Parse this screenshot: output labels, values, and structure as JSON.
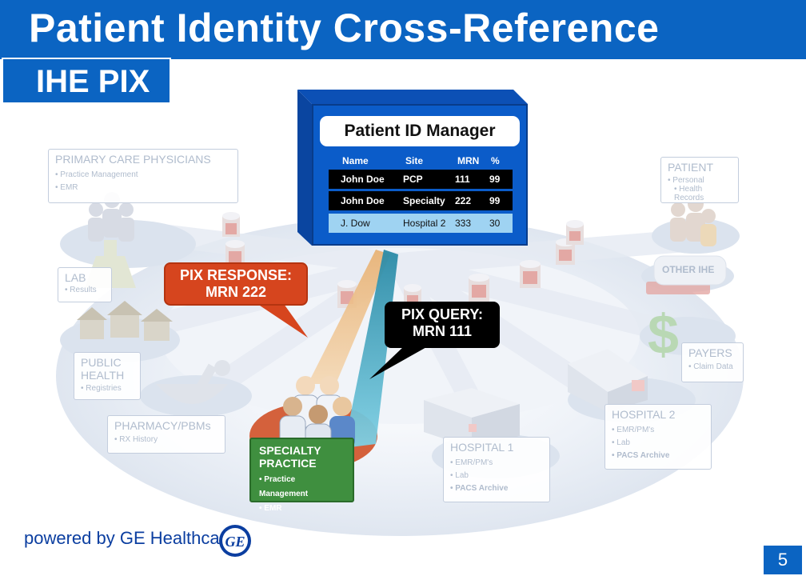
{
  "header": {
    "title": "Patient Identity Cross-Reference",
    "subtitle": "IHE PIX"
  },
  "manager": {
    "title": "Patient ID Manager",
    "columns": [
      "Name",
      "Site",
      "MRN",
      "%"
    ],
    "rows": [
      {
        "name": "John Doe",
        "site": "PCP",
        "mrn": "111",
        "pct": "99"
      },
      {
        "name": "John Doe",
        "site": "Specialty",
        "mrn": "222",
        "pct": "99"
      },
      {
        "name": "J. Dow",
        "site": "Hospital 2",
        "mrn": "333",
        "pct": "30"
      }
    ]
  },
  "callouts": {
    "response_line1": "PIX RESPONSE:",
    "response_line2": "MRN 222",
    "query_line1": "PIX QUERY:",
    "query_line2": "MRN 111"
  },
  "entities": {
    "primary_care": {
      "title": "PRIMARY CARE PHYSICIANS",
      "items": [
        "Practice Management",
        "EMR"
      ]
    },
    "lab": {
      "title": "LAB",
      "items": [
        "Results"
      ]
    },
    "public_health": {
      "title_line1": "PUBLIC",
      "title_line2": "HEALTH",
      "items": [
        "Registries"
      ]
    },
    "pharmacy": {
      "title": "PHARMACY/PBMs",
      "items": [
        "RX History"
      ]
    },
    "specialty": {
      "title_line1": "SPECIALTY",
      "title_line2": "PRACTICE",
      "items": [
        "Practice Management",
        "EMR"
      ]
    },
    "hospital1": {
      "title": "HOSPITAL 1",
      "items": [
        "EMR/PM's",
        "Lab",
        "PACS Archive"
      ]
    },
    "hospital2": {
      "title": "HOSPITAL 2",
      "items": [
        "EMR/PM's",
        "Lab",
        "PACS Archive"
      ]
    },
    "payers": {
      "title": "PAYERS",
      "items": [
        "Claim Data"
      ]
    },
    "patient": {
      "title": "PATIENT",
      "items": [
        "Personal",
        "Health Records"
      ]
    },
    "other_ihe": {
      "title": "OTHER IHE"
    }
  },
  "footer": {
    "logo_text": "powered by GE Healthcare",
    "ge_monogram": "GE",
    "page_number": "5"
  },
  "colors": {
    "brand_blue": "#0b64c2",
    "response_orange": "#d6451e",
    "specialty_green": "#3f8f3f",
    "highlight_row": "#9fd3f2"
  }
}
